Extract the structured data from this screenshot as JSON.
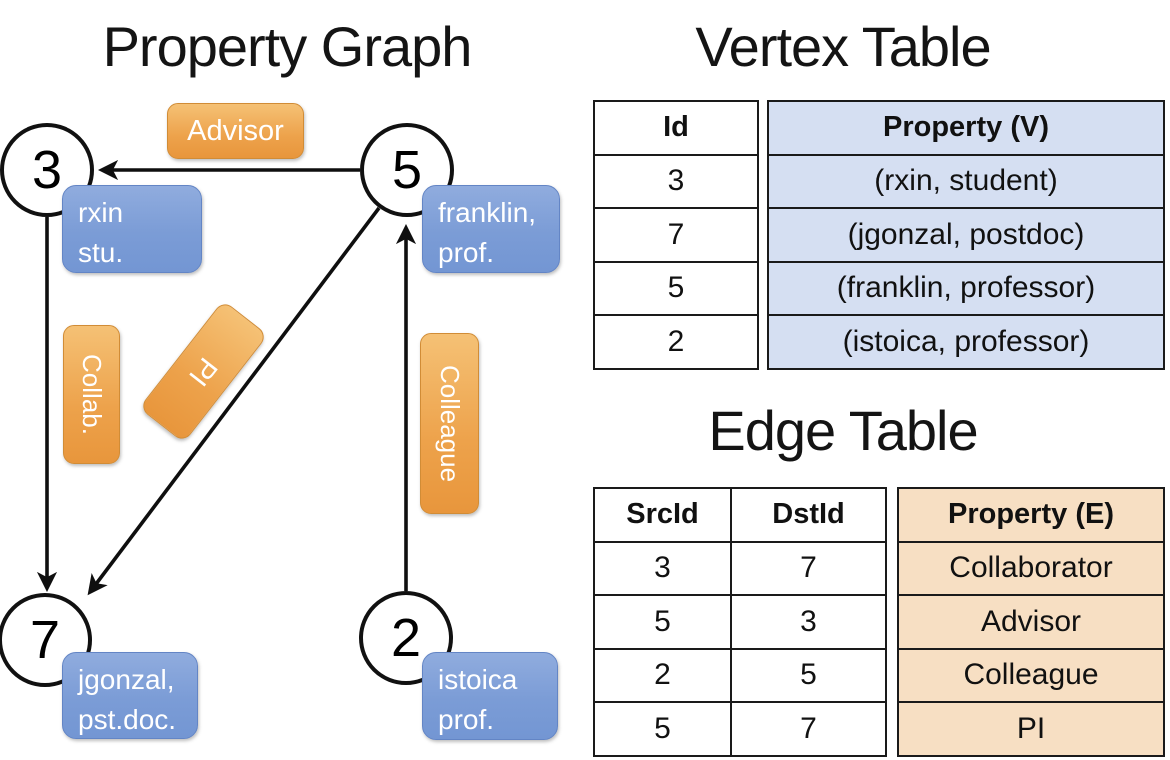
{
  "graph": {
    "title": "Property Graph",
    "nodes": [
      {
        "id": "3",
        "label_lines": [
          "rxin",
          "stu."
        ]
      },
      {
        "id": "5",
        "label_lines": [
          "franklin,",
          "prof."
        ]
      },
      {
        "id": "7",
        "label_lines": [
          "jgonzal,",
          "pst.doc."
        ]
      },
      {
        "id": "2",
        "label_lines": [
          "istoica",
          "prof."
        ]
      }
    ],
    "edge_labels": {
      "advisor": "Advisor",
      "collab": "Collab.",
      "pi": "PI",
      "colleague": "Colleague"
    },
    "edges": [
      {
        "src": "5",
        "dst": "3",
        "label": "Advisor"
      },
      {
        "src": "3",
        "dst": "7",
        "label": "Collab."
      },
      {
        "src": "5",
        "dst": "7",
        "label": "PI"
      },
      {
        "src": "2",
        "dst": "5",
        "label": "Colleague"
      }
    ]
  },
  "vertex_table": {
    "title": "Vertex Table",
    "columns": [
      "Id",
      "Property (V)"
    ],
    "rows": [
      [
        "3",
        "(rxin, student)"
      ],
      [
        "7",
        "(jgonzal, postdoc)"
      ],
      [
        "5",
        "(franklin, professor)"
      ],
      [
        "2",
        "(istoica, professor)"
      ]
    ]
  },
  "edge_table": {
    "title": "Edge Table",
    "columns": [
      "SrcId",
      "DstId",
      "Property (E)"
    ],
    "rows": [
      [
        "3",
        "7",
        "Collaborator"
      ],
      [
        "5",
        "3",
        "Advisor"
      ],
      [
        "2",
        "5",
        "Colleague"
      ],
      [
        "5",
        "7",
        "PI"
      ]
    ]
  },
  "colors": {
    "edge_label_orange": "#EDA24B",
    "property_box_blue": "#7B9CD6",
    "vertex_cell_blue": "#D5DFF2",
    "edge_cell_orange": "#F7DFC3",
    "node_stroke": "#111111",
    "table_border": "#1A1A1A",
    "label_text": "#FFFFFF",
    "title_text": "#141414"
  }
}
